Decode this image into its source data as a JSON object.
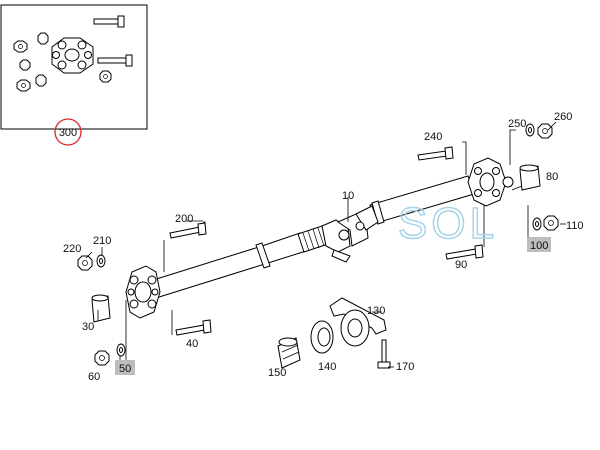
{
  "labels": {
    "p10": "10",
    "p30": "30",
    "p40": "40",
    "p50": "50",
    "p60": "60",
    "p80": "80",
    "p90": "90",
    "p100": "100",
    "p110": "110",
    "p130": "130",
    "p140": "140",
    "p150": "150",
    "p170": "170",
    "p200": "200",
    "p210": "210",
    "p220": "220",
    "p240": "240",
    "p250": "250",
    "p260": "260",
    "p300": "300"
  },
  "watermark": "SOL",
  "colors": {
    "highlight_box": "#bdbdbd",
    "circle_marker": "#d9262b",
    "watermark": "#a8d3e8",
    "line": "#000000"
  }
}
